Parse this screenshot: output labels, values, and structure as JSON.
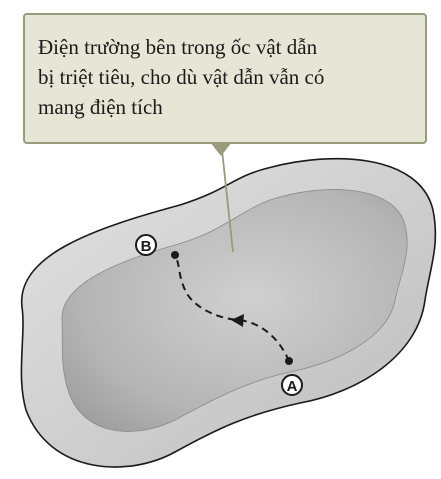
{
  "callout": {
    "lines": [
      "Điện trường bên trong ốc vật dẫn",
      "bị triệt tiêu, cho dù vật dẫn vẫn có",
      "mang điện tích"
    ]
  },
  "points": {
    "a_label": "A",
    "b_label": "B"
  },
  "colors": {
    "callout_fill": "#e6e6d6",
    "callout_border": "#9a9a7c",
    "outer_ring": "#cfcfcf",
    "inner_cavity": "#b8b8b8",
    "outline": "#1a1a1a",
    "path": "#1a1a1a"
  }
}
